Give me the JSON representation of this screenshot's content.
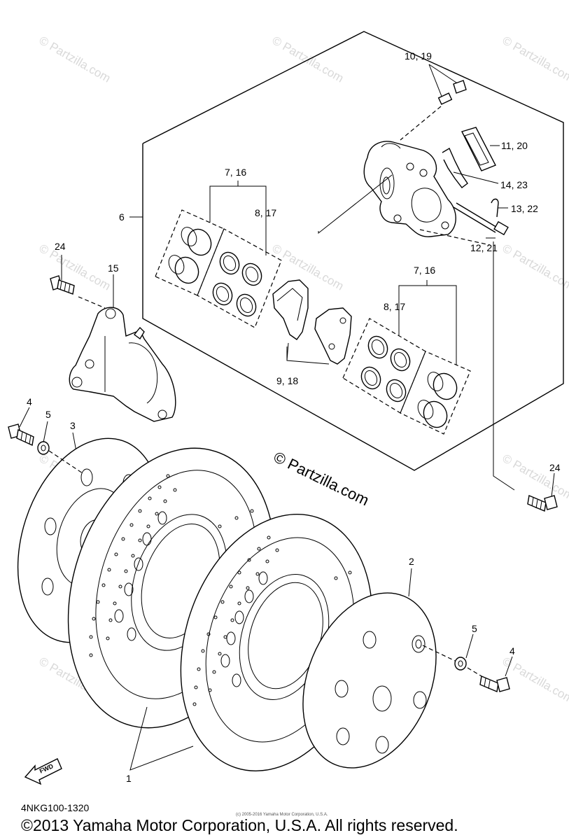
{
  "watermark": {
    "main": "© Partzilla.com",
    "faint": "© Partzilla.com"
  },
  "callouts": {
    "c10_19": "10, 19",
    "c11_20": "11, 20",
    "c14_23": "14, 23",
    "c13_22": "13, 22",
    "c12_21": "12, 21",
    "c7_16_left": "7, 16",
    "c8_17_left": "8, 17",
    "c7_16_right": "7, 16",
    "c8_17_right": "8, 17",
    "c9_18": "9, 18",
    "c6": "6",
    "c24_left": "24",
    "c24_right": "24",
    "c15": "15",
    "c4_left": "4",
    "c5_left": "5",
    "c3": "3",
    "c2": "2",
    "c5_right": "5",
    "c4_right": "4",
    "c1": "1"
  },
  "fwd_label": "FWD",
  "diagram_code": "4NKG100-1320",
  "tiny_note": "(c) 2005-2016 Yamaha Motor Corporation, U.S.A.",
  "copyright": "©2013 Yamaha Motor Corporation, U.S.A. All rights reserved."
}
